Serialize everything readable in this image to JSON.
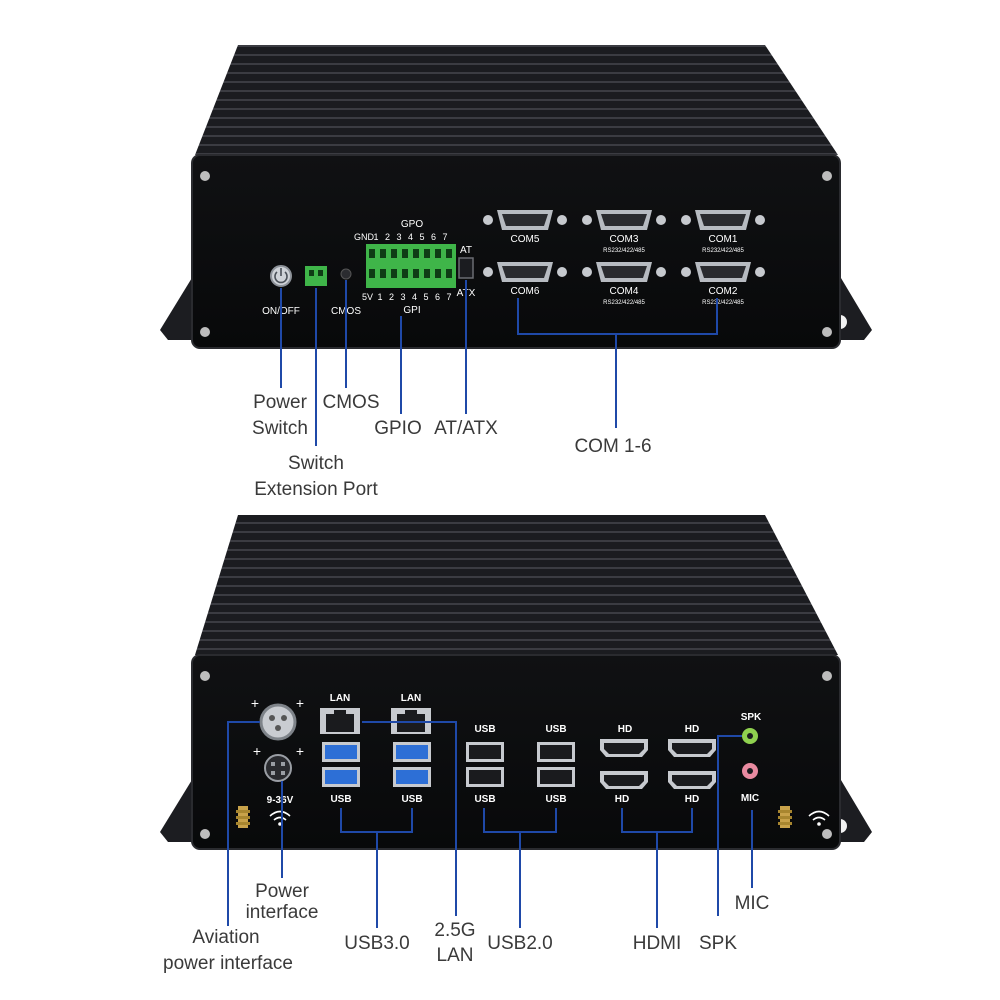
{
  "top_panel": {
    "gpio_header_top": "GPO",
    "gpio_header_left_top": "GND",
    "gpio_pins_top": [
      "1",
      "2",
      "3",
      "4",
      "5",
      "6",
      "7"
    ],
    "gpio_header_left_bottom": "5V",
    "gpio_pins_bottom": [
      "1",
      "2",
      "3",
      "4",
      "5",
      "6",
      "7"
    ],
    "gpio_header_bottom": "GPI",
    "on_off_label": "ON/OFF",
    "cmos_label": "CMOS",
    "at_label": "AT",
    "atx_label": "ATX",
    "com_ports": [
      {
        "name": "COM5",
        "sub": ""
      },
      {
        "name": "COM3",
        "sub": "RS232/422/485"
      },
      {
        "name": "COM1",
        "sub": "RS232/422/485"
      },
      {
        "name": "COM6",
        "sub": ""
      },
      {
        "name": "COM4",
        "sub": "RS232/422/485"
      },
      {
        "name": "COM2",
        "sub": "RS232/422/485"
      }
    ]
  },
  "top_callouts": {
    "power_switch_1": "Power",
    "power_switch_2": "Switch",
    "cmos": "CMOS",
    "gpio": "GPIO",
    "at_atx": "AT/ATX",
    "com": "COM 1-6",
    "switch_ext_1": "Switch",
    "switch_ext_2": "Extension Port"
  },
  "bottom_panel": {
    "lan_label": "LAN",
    "usb_label": "USB",
    "hd_label": "HD",
    "spk_label": "SPK",
    "mic_label": "MIC",
    "voltage": "9-36V",
    "plus": "+"
  },
  "bottom_callouts": {
    "power_interface_1": "Power",
    "power_interface_2": "interface",
    "aviation_1": "Aviation",
    "aviation_2": "power interface",
    "usb3": "USB3.0",
    "lan_1": "2.5G",
    "lan_2": "LAN",
    "usb2": "USB2.0",
    "hdmi": "HDMI",
    "spk": "SPK",
    "mic": "MIC"
  },
  "colors": {
    "chassis": "#17181b",
    "panel": "#0d0e10",
    "leader": "#1f49a8",
    "terminal_green": "#3fb549",
    "usb3_blue": "#2d6fd6",
    "spk_green": "#8fd14f",
    "mic_pink": "#e98aa0"
  }
}
